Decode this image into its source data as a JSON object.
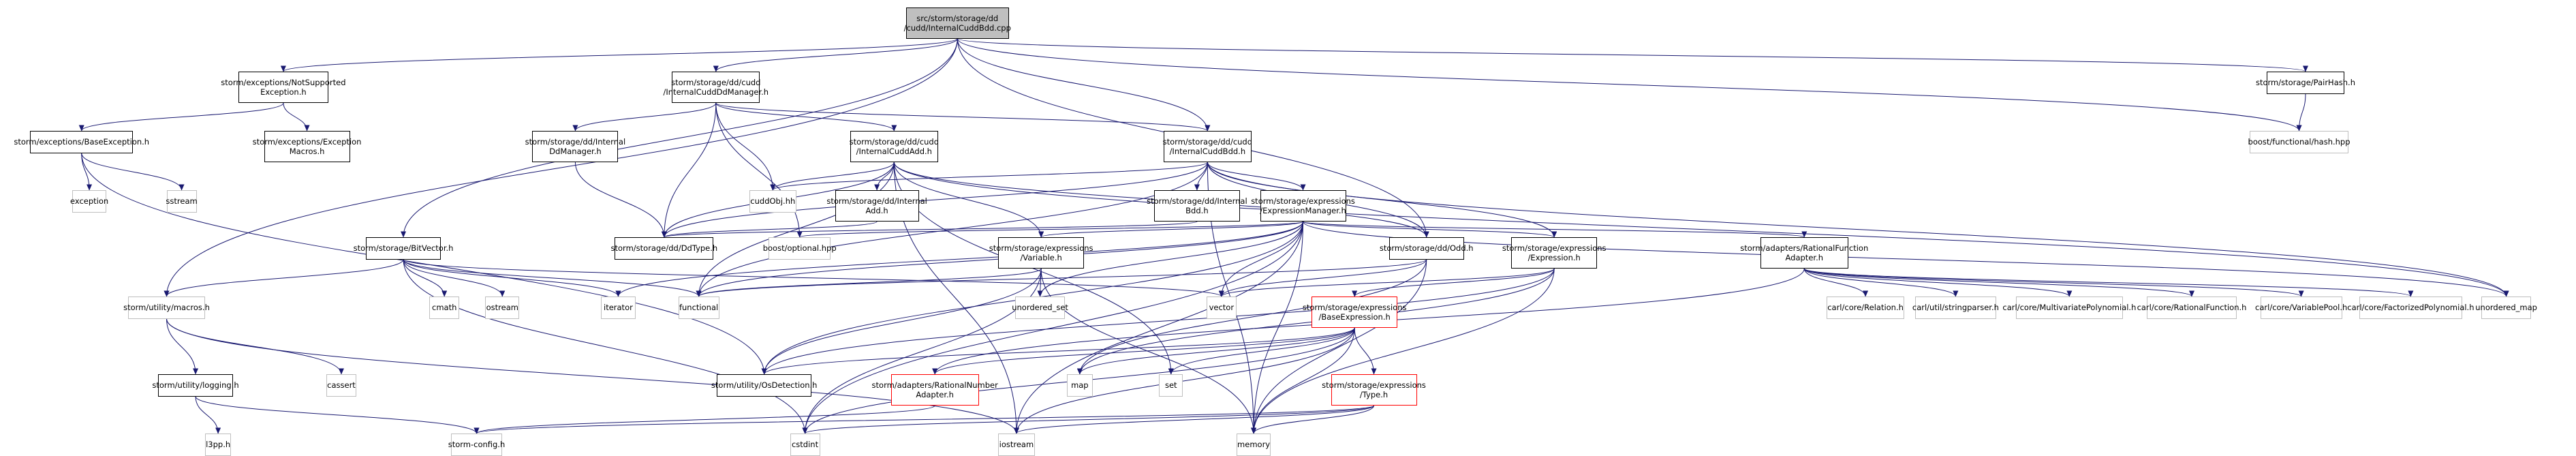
{
  "colors": {
    "edge": "#191970",
    "border": "#000000",
    "external_border": "#bfbfbf",
    "partial_border": "#ff0000",
    "root_fill": "#bfbfbf"
  },
  "nodes": {
    "root": [
      "src/storm/storage/dd",
      "/cudd/InternalCuddBdd.cpp"
    ],
    "nsexc": [
      "storm/exceptions/NotSupported",
      "Exception.h"
    ],
    "ddmgr": [
      "storm/storage/dd/cudd",
      "/InternalCuddDdManager.h"
    ],
    "pairhash": [
      "storm/storage/PairHash.h"
    ],
    "boosthash": [
      "boost/functional/hash.hpp"
    ],
    "baseexc": [
      "storm/exceptions/BaseException.h"
    ],
    "excmacros": [
      "storm/exceptions/Exception",
      "Macros.h"
    ],
    "intddmgr": [
      "storm/storage/dd/Internal",
      "DdManager.h"
    ],
    "cuddadd": [
      "storm/storage/dd/cudd",
      "/InternalCuddAdd.h"
    ],
    "cuddbdd": [
      "storm/storage/dd/cudd",
      "/InternalCuddBdd.h"
    ],
    "exception": [
      "exception"
    ],
    "sstream": [
      "sstream"
    ],
    "cuddobj": [
      "cuddObj.hh"
    ],
    "intadd": [
      "storm/storage/dd/Internal",
      "Add.h"
    ],
    "intbdd": [
      "storm/storage/dd/Internal",
      "Bdd.h"
    ],
    "exprmgr": [
      "storm/storage/expressions",
      "/ExpressionManager.h"
    ],
    "ddtype": [
      "storm/storage/dd/DdType.h"
    ],
    "boostopt": [
      "boost/optional.hpp"
    ],
    "bitvector": [
      "storm/storage/BitVector.h"
    ],
    "variable": [
      "storm/storage/expressions",
      "/Variable.h"
    ],
    "odd": [
      "storm/storage/dd/Odd.h"
    ],
    "expression": [
      "storm/storage/expressions",
      "/Expression.h"
    ],
    "ratfunc": [
      "storm/adapters/RationalFunction",
      "Adapter.h"
    ],
    "macros": [
      "storm/utility/macros.h"
    ],
    "cmath": [
      "cmath"
    ],
    "ostream": [
      "ostream"
    ],
    "iterator": [
      "iterator"
    ],
    "functional": [
      "functional"
    ],
    "unordset": [
      "unordered_set"
    ],
    "vector": [
      "vector"
    ],
    "baseexpr": [
      "storm/storage/expressions",
      "/BaseExpression.h"
    ],
    "carlrel": [
      "carl/core/Relation.h"
    ],
    "carlstr": [
      "carl/util/stringparser.h"
    ],
    "carlmvp": [
      "carl/core/MultivariatePolynomial.h"
    ],
    "carlrf": [
      "carl/core/RationalFunction.h"
    ],
    "carlvp": [
      "carl/core/VariablePool.h"
    ],
    "carlfp": [
      "carl/core/FactorizedPolynomial.h"
    ],
    "unordmap": [
      "unordered_map"
    ],
    "logging": [
      "storm/utility/logging.h"
    ],
    "cassert": [
      "cassert"
    ],
    "osdet": [
      "storm/utility/OsDetection.h"
    ],
    "ratnum": [
      "storm/adapters/RationalNumber",
      "Adapter.h"
    ],
    "map": [
      "map"
    ],
    "set": [
      "set"
    ],
    "type": [
      "storm/storage/expressions",
      "/Type.h"
    ],
    "l3pp": [
      "l3pp.h"
    ],
    "stormcfg": [
      "storm-config.h"
    ],
    "cstdint": [
      "cstdint"
    ],
    "iostream": [
      "iostream"
    ],
    "memory": [
      "memory"
    ]
  }
}
